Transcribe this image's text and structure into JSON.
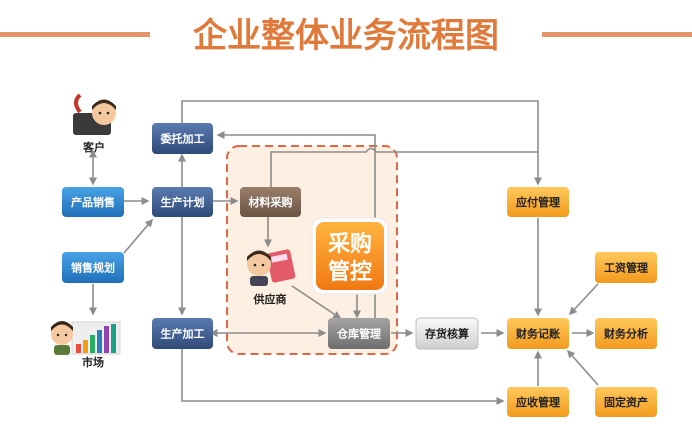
{
  "title": "企业整体业务流程图",
  "colors": {
    "title": "#e07a3a",
    "title_rule": "#e8946a",
    "blue": "#2f83c9",
    "navy": "#3d5a8a",
    "gray": "#8a8a8a",
    "orange": "#f6a531",
    "arrow": "#8c8c8c",
    "procurement_box": "#fdf0e2",
    "procurement_border": "#e0684a"
  },
  "nodes": {
    "weituo": "委托加工",
    "chanpin": "产品销售",
    "shengchan_jihua": "生产计划",
    "cailiao": "材料采购",
    "yingfu": "应付管理",
    "xiaoshou_guihua": "销售规划",
    "shengchan_jiagong": "生产加工",
    "cangku": "仓库管理",
    "cunhuo": "存货核算",
    "caiwu_jizhang": "财务记账",
    "caiwu_fenxi": "财务分析",
    "gongzi": "工资管理",
    "yingshou": "应收管理",
    "guding": "固定资产"
  },
  "badge": {
    "line1": "采购",
    "line2": "管控"
  },
  "figures": {
    "kehu": {
      "label": "客户",
      "icon": "customer-phone-icon"
    },
    "gongying": {
      "label": "供应商",
      "icon": "supplier-calculator-icon"
    },
    "shichang": {
      "label": "市场",
      "icon": "market-bar-chart-icon"
    }
  }
}
